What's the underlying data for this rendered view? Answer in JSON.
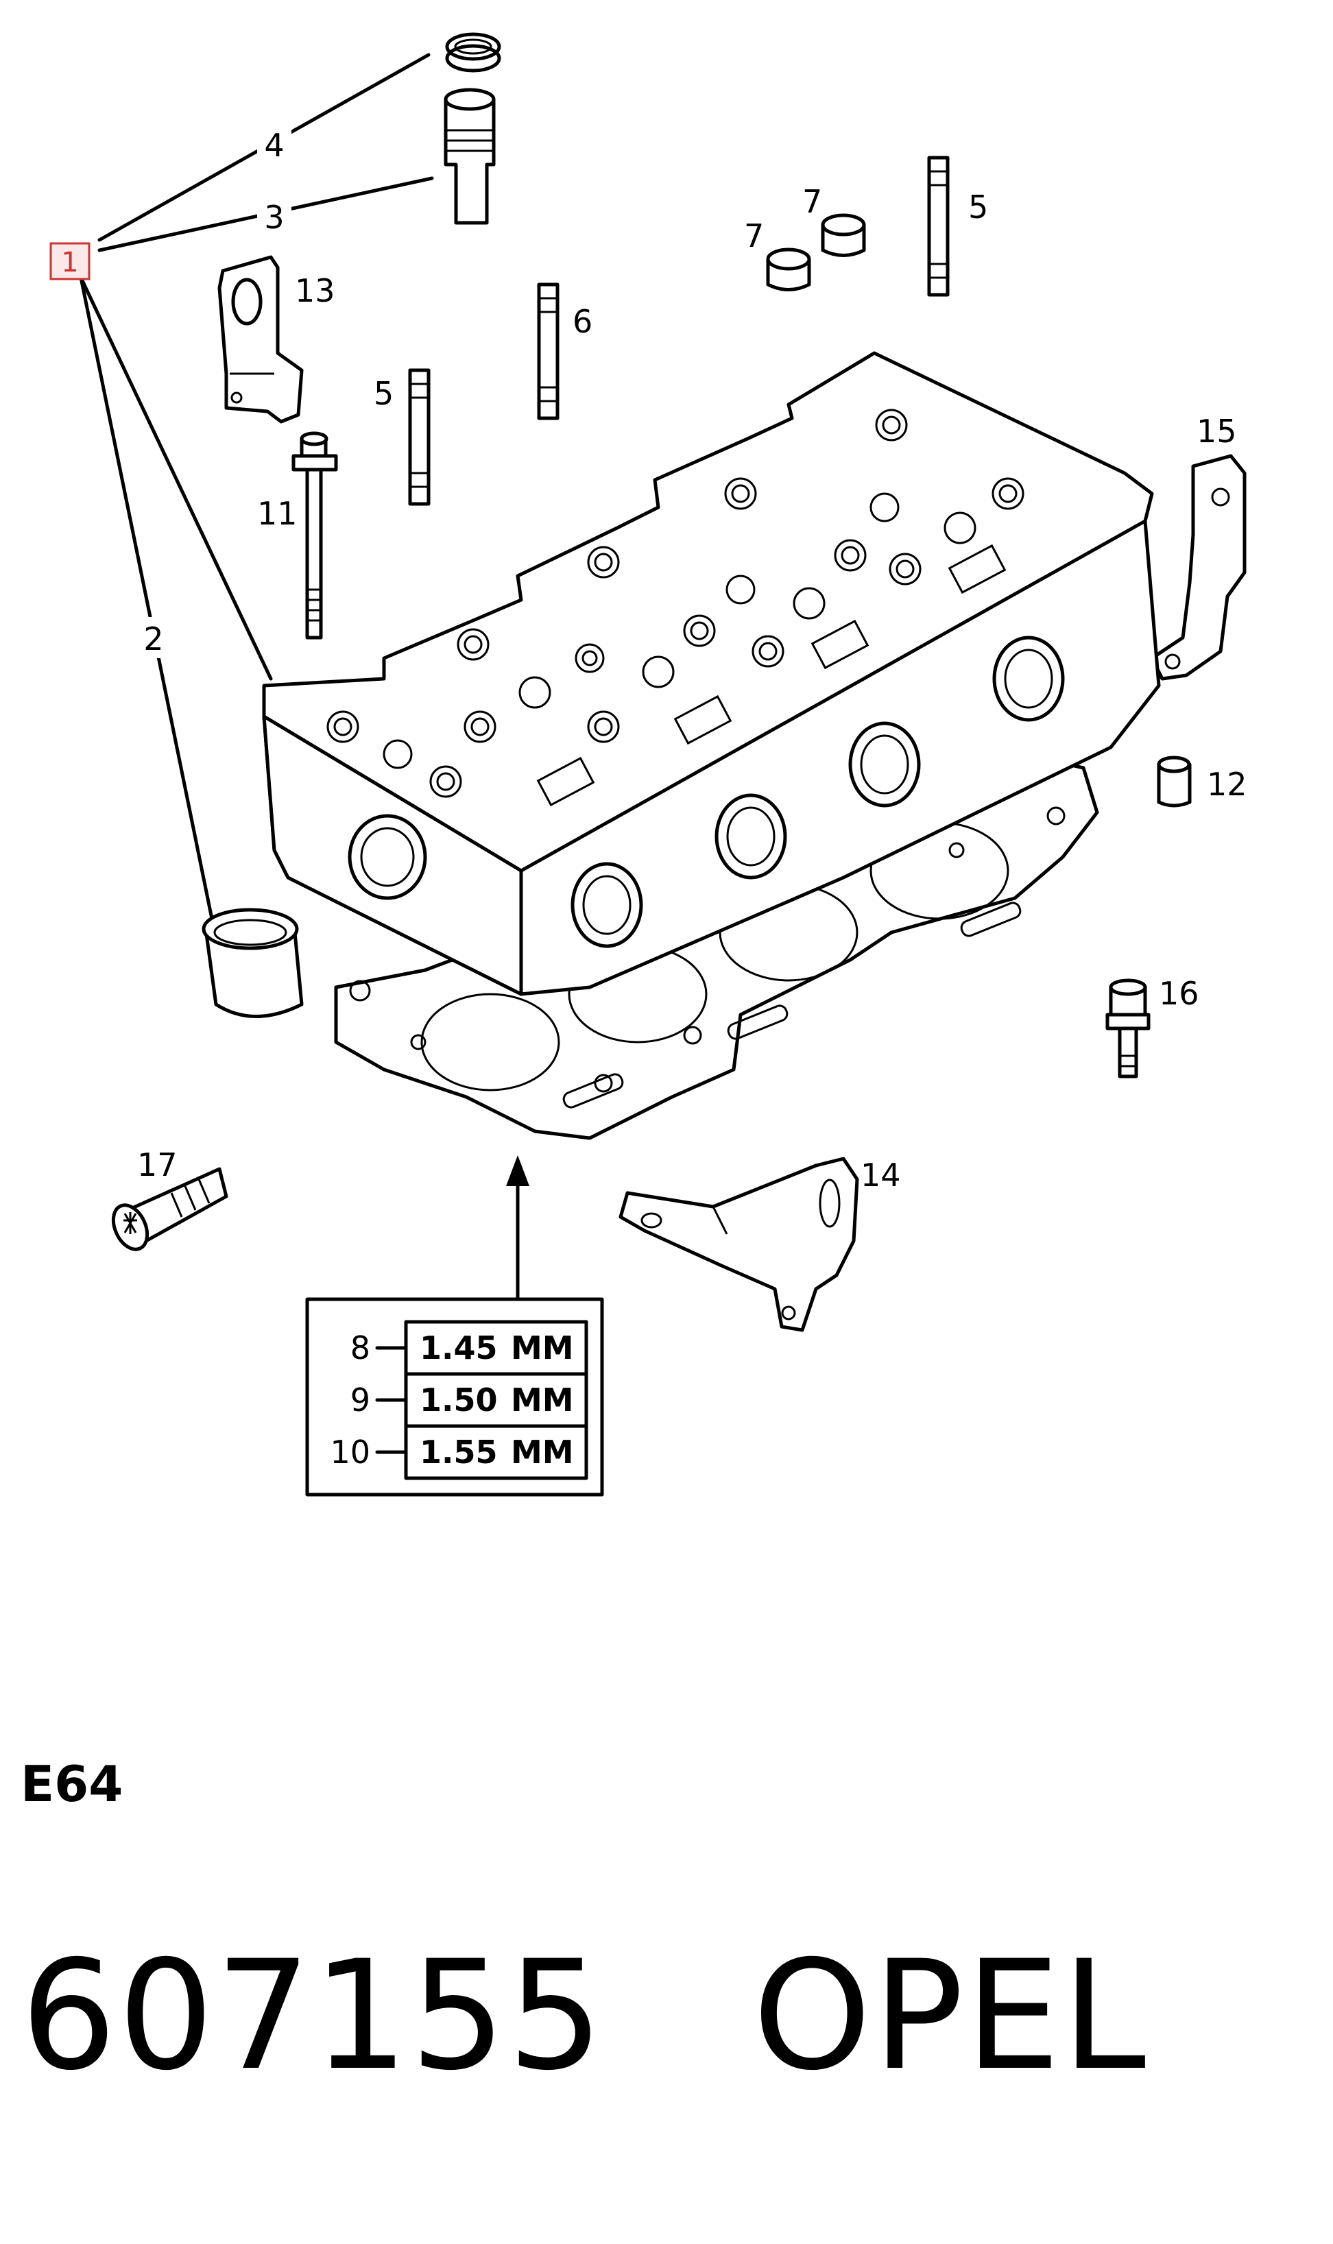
{
  "callouts": {
    "c1": "1",
    "c2": "2",
    "c3": "3",
    "c4": "4",
    "c5a": "5",
    "c5b": "5",
    "c6": "6",
    "c7a": "7",
    "c7b": "7",
    "c8": "8",
    "c9": "9",
    "c10": "10",
    "c11": "11",
    "c12": "12",
    "c13": "13",
    "c14": "14",
    "c15": "15",
    "c16": "16",
    "c17": "17"
  },
  "thickness_table": [
    {
      "ref": "8",
      "value": "1.45",
      "unit": "MM"
    },
    {
      "ref": "9",
      "value": "1.50",
      "unit": "MM"
    },
    {
      "ref": "10",
      "value": "1.55",
      "unit": "MM"
    }
  ],
  "section_code": "E64",
  "footer": {
    "part_number": "607155",
    "brand": "OPEL"
  },
  "colors": {
    "line": "#000000",
    "highlight_box": "#cc3333",
    "background": "#ffffff"
  }
}
